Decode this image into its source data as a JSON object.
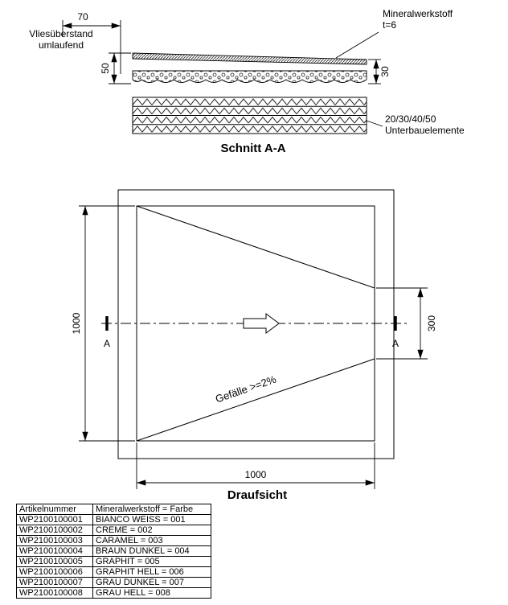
{
  "section_view": {
    "title": "Schnitt A-A",
    "dim_overhang": "70",
    "overhang_label": "Vliesüberstand umlaufend",
    "dim_height_left": "50",
    "dim_height_right": "30",
    "material_label": "Mineralwerkstoff",
    "material_thickness": "t=6",
    "substructure_sizes": "20/30/40/50",
    "substructure_label": "Unterbauelemente"
  },
  "plan_view": {
    "title": "Draufsicht",
    "dim_width_left": "1000",
    "dim_bottom": "1000",
    "dim_outlet": "300",
    "slope_label": "Gefälle >=2%",
    "section_marker": "A"
  },
  "table": {
    "headers": [
      "Artikelnummer",
      "Mineralwerkstoff = Farbe"
    ],
    "rows": [
      [
        "WP2100100001",
        "BIANCO WEISS = 001"
      ],
      [
        "WP2100100002",
        "CREME = 002"
      ],
      [
        "WP2100100003",
        "CARAMEL = 003"
      ],
      [
        "WP2100100004",
        "BRAUN DUNKEL = 004"
      ],
      [
        "WP2100100005",
        "GRAPHIT = 005"
      ],
      [
        "WP2100100006",
        "GRAPHIT HELL = 006"
      ],
      [
        "WP2100100007",
        "GRAU DUNKEL = 007"
      ],
      [
        "WP2100100008",
        "GRAU HELL = 008"
      ]
    ]
  },
  "icons": {
    "flow_direction": "arrow-right",
    "section_cut": "thick-bar"
  },
  "colors": {
    "line": "#000000",
    "background": "#ffffff"
  }
}
